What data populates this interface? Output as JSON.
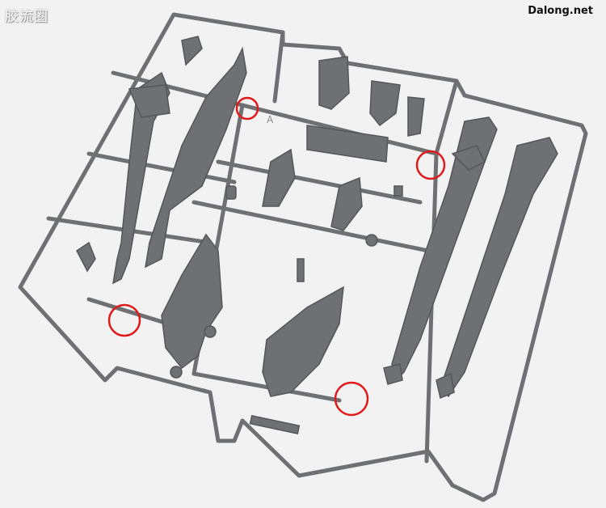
{
  "watermark_left": "胶流圈",
  "watermark_right": "Dalong.net",
  "plastic_color": "#6f7073",
  "plastic_dark": "#55565a",
  "plastic_light": "#8b8c90",
  "marker_color": "#e01a1a",
  "background_color": "#f2f2f2",
  "gate_label": "A"
}
